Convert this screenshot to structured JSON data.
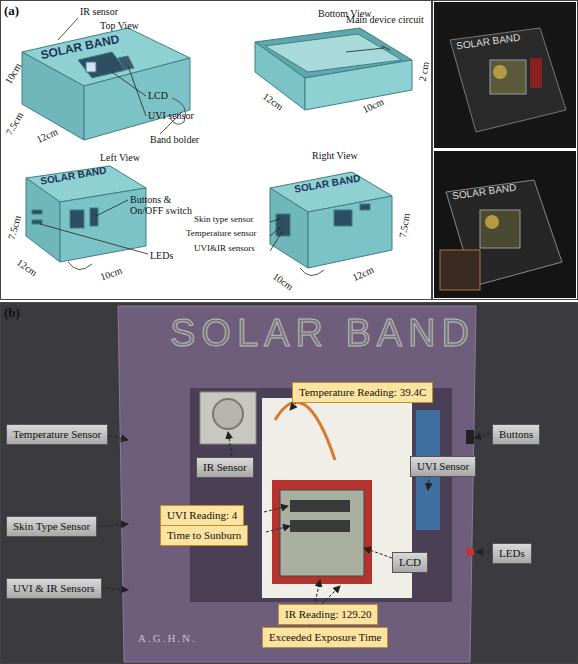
{
  "diagram": {
    "nodes": [
      {
        "text": [
          "Temperature Sensor"
        ]
      },
      {
        "text": [
          "Skin Type Sensor"
        ]
      },
      {
        "text": [
          "UVI & IR Sensors"
        ]
      },
      {
        "text": [
          "IR Sensor"
        ]
      },
      {
        "text": [
          "Temperature Reading: 39.4C"
        ]
      },
      {
        "text": [
          "UVI Reading: 4"
        ]
      },
      {
        "text": [
          "Time to Sunburn"
        ]
      },
      {
        "text": [
          "LCD"
        ]
      },
      {
        "text": [
          "IR Reading: 129.20"
        ]
      },
      {
        "text": [
          "Exceeded Exposure Time"
        ]
      },
      {
        "text": [
          "UVI Sensor"
        ]
      },
      {
        "text": [
          "Buttons"
        ]
      },
      {
        "text": [
          "LEDs"
        ]
      }
    ],
    "labels": [
      "(a)",
      "IR sensor",
      "Top View",
      "SOLAR BAND",
      "10cm",
      "LCD",
      "UVI sensor",
      "7.5cm",
      "12cm",
      "Band bolder",
      "Bottom View",
      "Main device circuit",
      "2 cm",
      "12cm",
      "10cm",
      "SOLAR BAND",
      "Left View",
      "Buttons & On/OFF switch",
      "7.5cm",
      "12cm",
      "LEDs",
      "10cm",
      "Right View",
      "SOLAR BAND",
      "7.5cm",
      "Skin type sensor",
      "Temperature sensor",
      "UVI&IR sensors",
      "10cm",
      "12cm",
      "SOLAR BAND",
      "SOLAR BAND",
      "(b)",
      "SOLAR BAND",
      "A.G.H.N."
    ]
  }
}
